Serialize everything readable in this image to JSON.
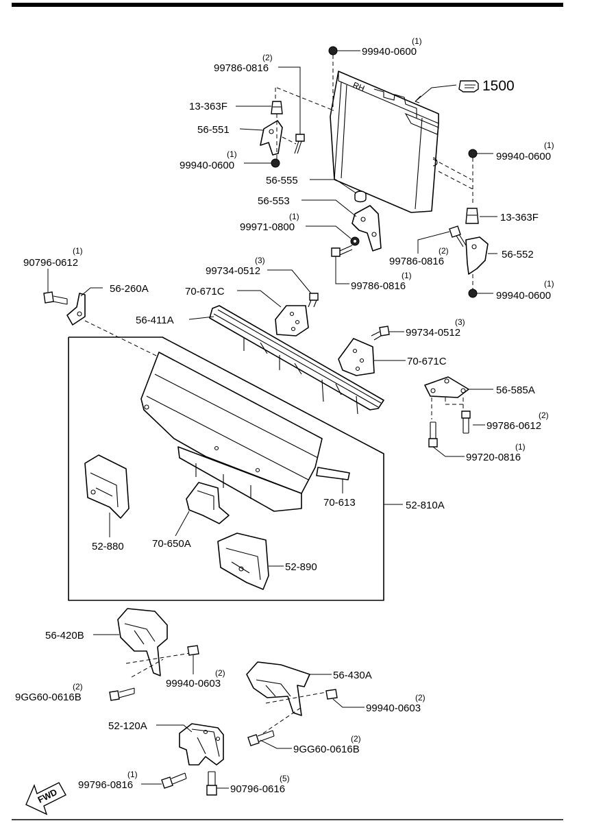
{
  "labels": {
    "l_99940_0600_a": "99940-0600",
    "l_99786_0816_a": "99786-0816",
    "l_13_363F_a": "13-363F",
    "l_56_551": "56-551",
    "l_99940_0600_b": "99940-0600",
    "l_1500": "1500",
    "l_99940_0600_c": "99940-0600",
    "l_56_555": "56-555",
    "l_56_553": "56-553",
    "l_99971_0800": "99971-0800",
    "l_13_363F_b": "13-363F",
    "l_99786_0816_b": "99786-0816",
    "l_56_552": "56-552",
    "l_99786_0816_c": "99786-0816",
    "l_99940_0600_d": "99940-0600",
    "l_90796_0612": "90796-0612",
    "l_56_260A": "56-260A",
    "l_99734_0512_a": "99734-0512",
    "l_70_671C_a": "70-671C",
    "l_56_411A": "56-411A",
    "l_99734_0512_b": "99734-0512",
    "l_70_671C_b": "70-671C",
    "l_56_585A": "56-585A",
    "l_99786_0612": "99786-0612",
    "l_99720_0816": "99720-0816",
    "l_70_613": "70-613",
    "l_52_810A": "52-810A",
    "l_52_880": "52-880",
    "l_70_650A": "70-650A",
    "l_52_890": "52-890",
    "l_56_420B": "56-420B",
    "l_99940_0603_a": "99940-0603",
    "l_9GG60_0616B_a": "9GG60-0616B",
    "l_56_430A": "56-430A",
    "l_99940_0603_b": "99940-0603",
    "l_9GG60_0616B_b": "9GG60-0616B",
    "l_52_120A": "52-120A",
    "l_99796_0816": "99796-0816",
    "l_90796_0616": "90796-0616"
  },
  "quantities": {
    "q_99940_0600_a": "(1)",
    "q_99786_0816_a": "(2)",
    "q_99940_0600_b": "(1)",
    "q_99940_0600_c": "(1)",
    "q_99971_0800": "(1)",
    "q_99786_0816_b": "(2)",
    "q_99786_0816_c": "(1)",
    "q_99940_0600_d": "(1)",
    "q_90796_0612": "(1)",
    "q_99734_0512_a": "(3)",
    "q_99734_0512_b": "(3)",
    "q_99786_0612": "(2)",
    "q_99720_0816": "(1)",
    "q_99940_0603_a": "(2)",
    "q_9GG60_0616B_a": "(2)",
    "q_99940_0603_b": "(2)",
    "q_9GG60_0616B_b": "(2)",
    "q_99796_0816": "(1)",
    "q_90796_0616": "(5)"
  },
  "radiator_tag": "RH",
  "forward_arrow_label": "FWD",
  "icons": {
    "reference_pointer": "pointing-hand-icon",
    "forward": "fwd-arrow-icon"
  }
}
